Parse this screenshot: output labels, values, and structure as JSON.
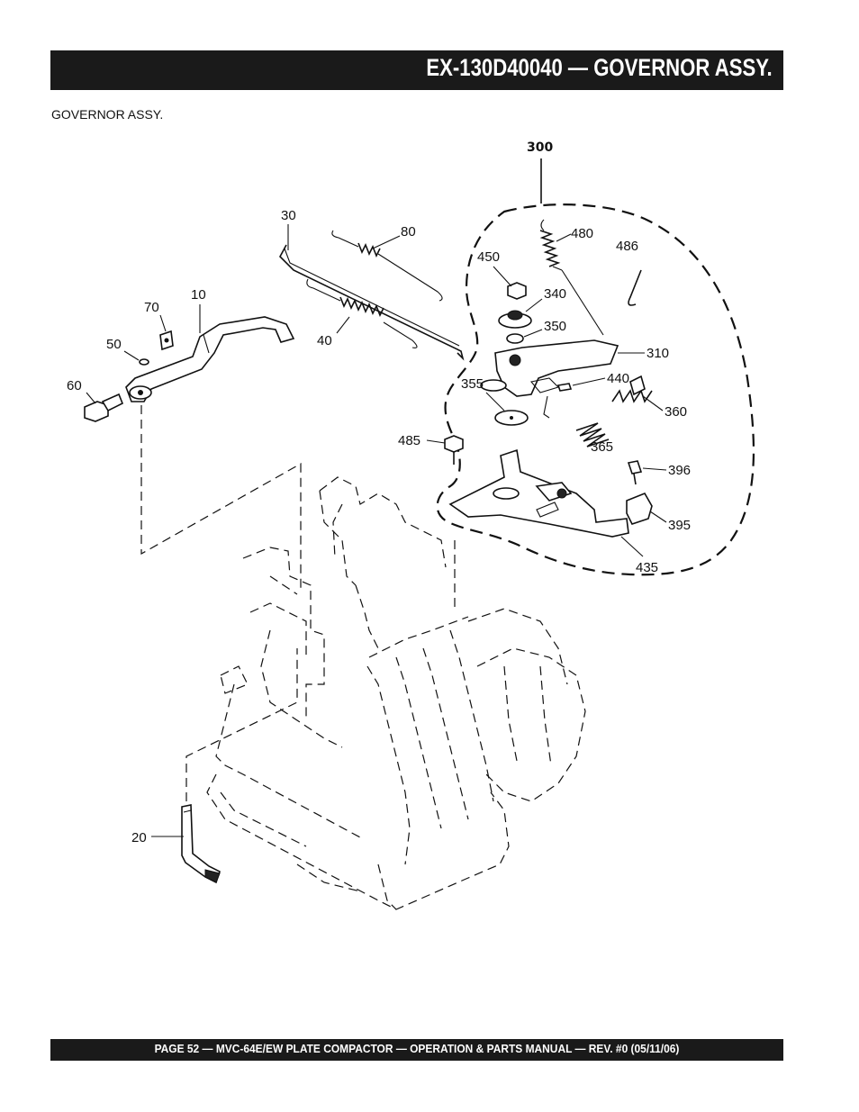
{
  "header": {
    "title": "EX-130D40040 — GOVERNOR ASSY."
  },
  "subtitle": "GOVERNOR  ASSY.",
  "diagram": {
    "assembly_label": "300",
    "callouts": {
      "c30": "30",
      "c80": "80",
      "c40": "40",
      "c10": "10",
      "c70": "70",
      "c50": "50",
      "c60": "60",
      "c20": "20",
      "c480": "480",
      "c486": "486",
      "c450": "450",
      "c340": "340",
      "c350": "350",
      "c310": "310",
      "c440": "440",
      "c355": "355",
      "c360": "360",
      "c365": "365",
      "c485": "485",
      "c396": "396",
      "c395": "395",
      "c435": "435"
    }
  },
  "footer": {
    "text": "PAGE 52 —  MVC-64E/EW PLATE COMPACTOR —  OPERATION & PARTS  MANUAL — REV. #0 (05/11/06)"
  }
}
